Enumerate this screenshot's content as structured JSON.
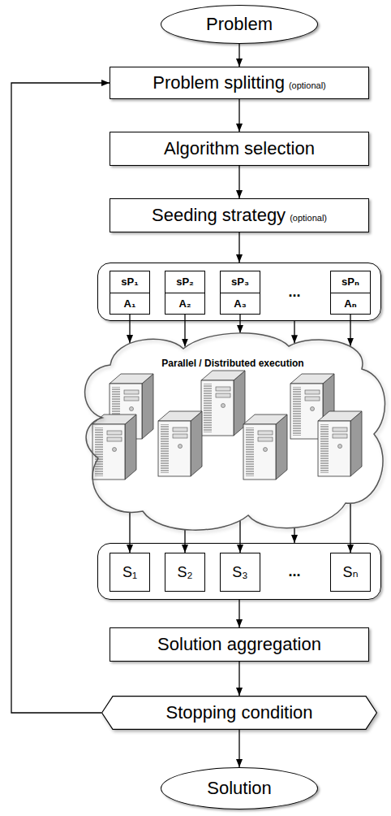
{
  "diagram": {
    "nodes": [
      {
        "text": [
          "Problem"
        ]
      },
      {
        "text": [
          "Problem splitting",
          "(optional)"
        ]
      },
      {
        "text": [
          "Algorithm selection"
        ]
      },
      {
        "text": [
          "Seeding strategy",
          "(optional)"
        ]
      },
      {
        "text": []
      },
      {
        "text": [
          "sP₁",
          "A₁"
        ],
        "in": 4
      },
      {
        "text": [
          "sP₂",
          "A₂"
        ],
        "in": 4
      },
      {
        "text": [
          "sP₃",
          "A₃"
        ],
        "in": 4
      },
      {
        "text": [
          "sPₙ",
          "Aₙ"
        ],
        "in": 4
      },
      {
        "text": [
          "Parallel / Distributed execution"
        ]
      },
      {
        "text": []
      },
      {
        "text": [
          "S₁"
        ],
        "in": 10
      },
      {
        "text": [
          "S₂"
        ],
        "in": 10
      },
      {
        "text": [
          "S₃"
        ],
        "in": 10
      },
      {
        "text": [
          "Sₙ"
        ],
        "in": 10
      },
      {
        "text": [
          "Solution aggregation"
        ]
      },
      {
        "text": [
          "Stopping condition"
        ]
      },
      {
        "text": [
          "Solution"
        ]
      }
    ],
    "edges": [
      {
        "from": 0,
        "to": 1,
        "arrow": "to"
      },
      {
        "from": 1,
        "to": 2,
        "arrow": "to"
      },
      {
        "from": 2,
        "to": 3,
        "arrow": "to"
      },
      {
        "from": 3,
        "to": 4,
        "arrow": "to"
      },
      {
        "from": 5,
        "to": 9,
        "arrow": "to"
      },
      {
        "from": 6,
        "to": 9,
        "arrow": "to"
      },
      {
        "from": 7,
        "to": 9,
        "arrow": "to"
      },
      {
        "from": 4,
        "to": 9,
        "arrow": "to"
      },
      {
        "from": 8,
        "to": 9,
        "arrow": "to"
      },
      {
        "from": 9,
        "to": 11,
        "arrow": "to"
      },
      {
        "from": 9,
        "to": 12,
        "arrow": "to"
      },
      {
        "from": 9,
        "to": 13,
        "arrow": "to"
      },
      {
        "from": 9,
        "to": 10,
        "arrow": "to"
      },
      {
        "from": 9,
        "to": 14,
        "arrow": "to"
      },
      {
        "from": 10,
        "to": 15,
        "arrow": "to"
      },
      {
        "from": 15,
        "to": 16,
        "arrow": "to"
      },
      {
        "from": 16,
        "to": 17,
        "arrow": "to"
      },
      {
        "from": 16,
        "to": 1,
        "arrow": "to"
      }
    ],
    "labels": [
      "...",
      "..."
    ]
  }
}
